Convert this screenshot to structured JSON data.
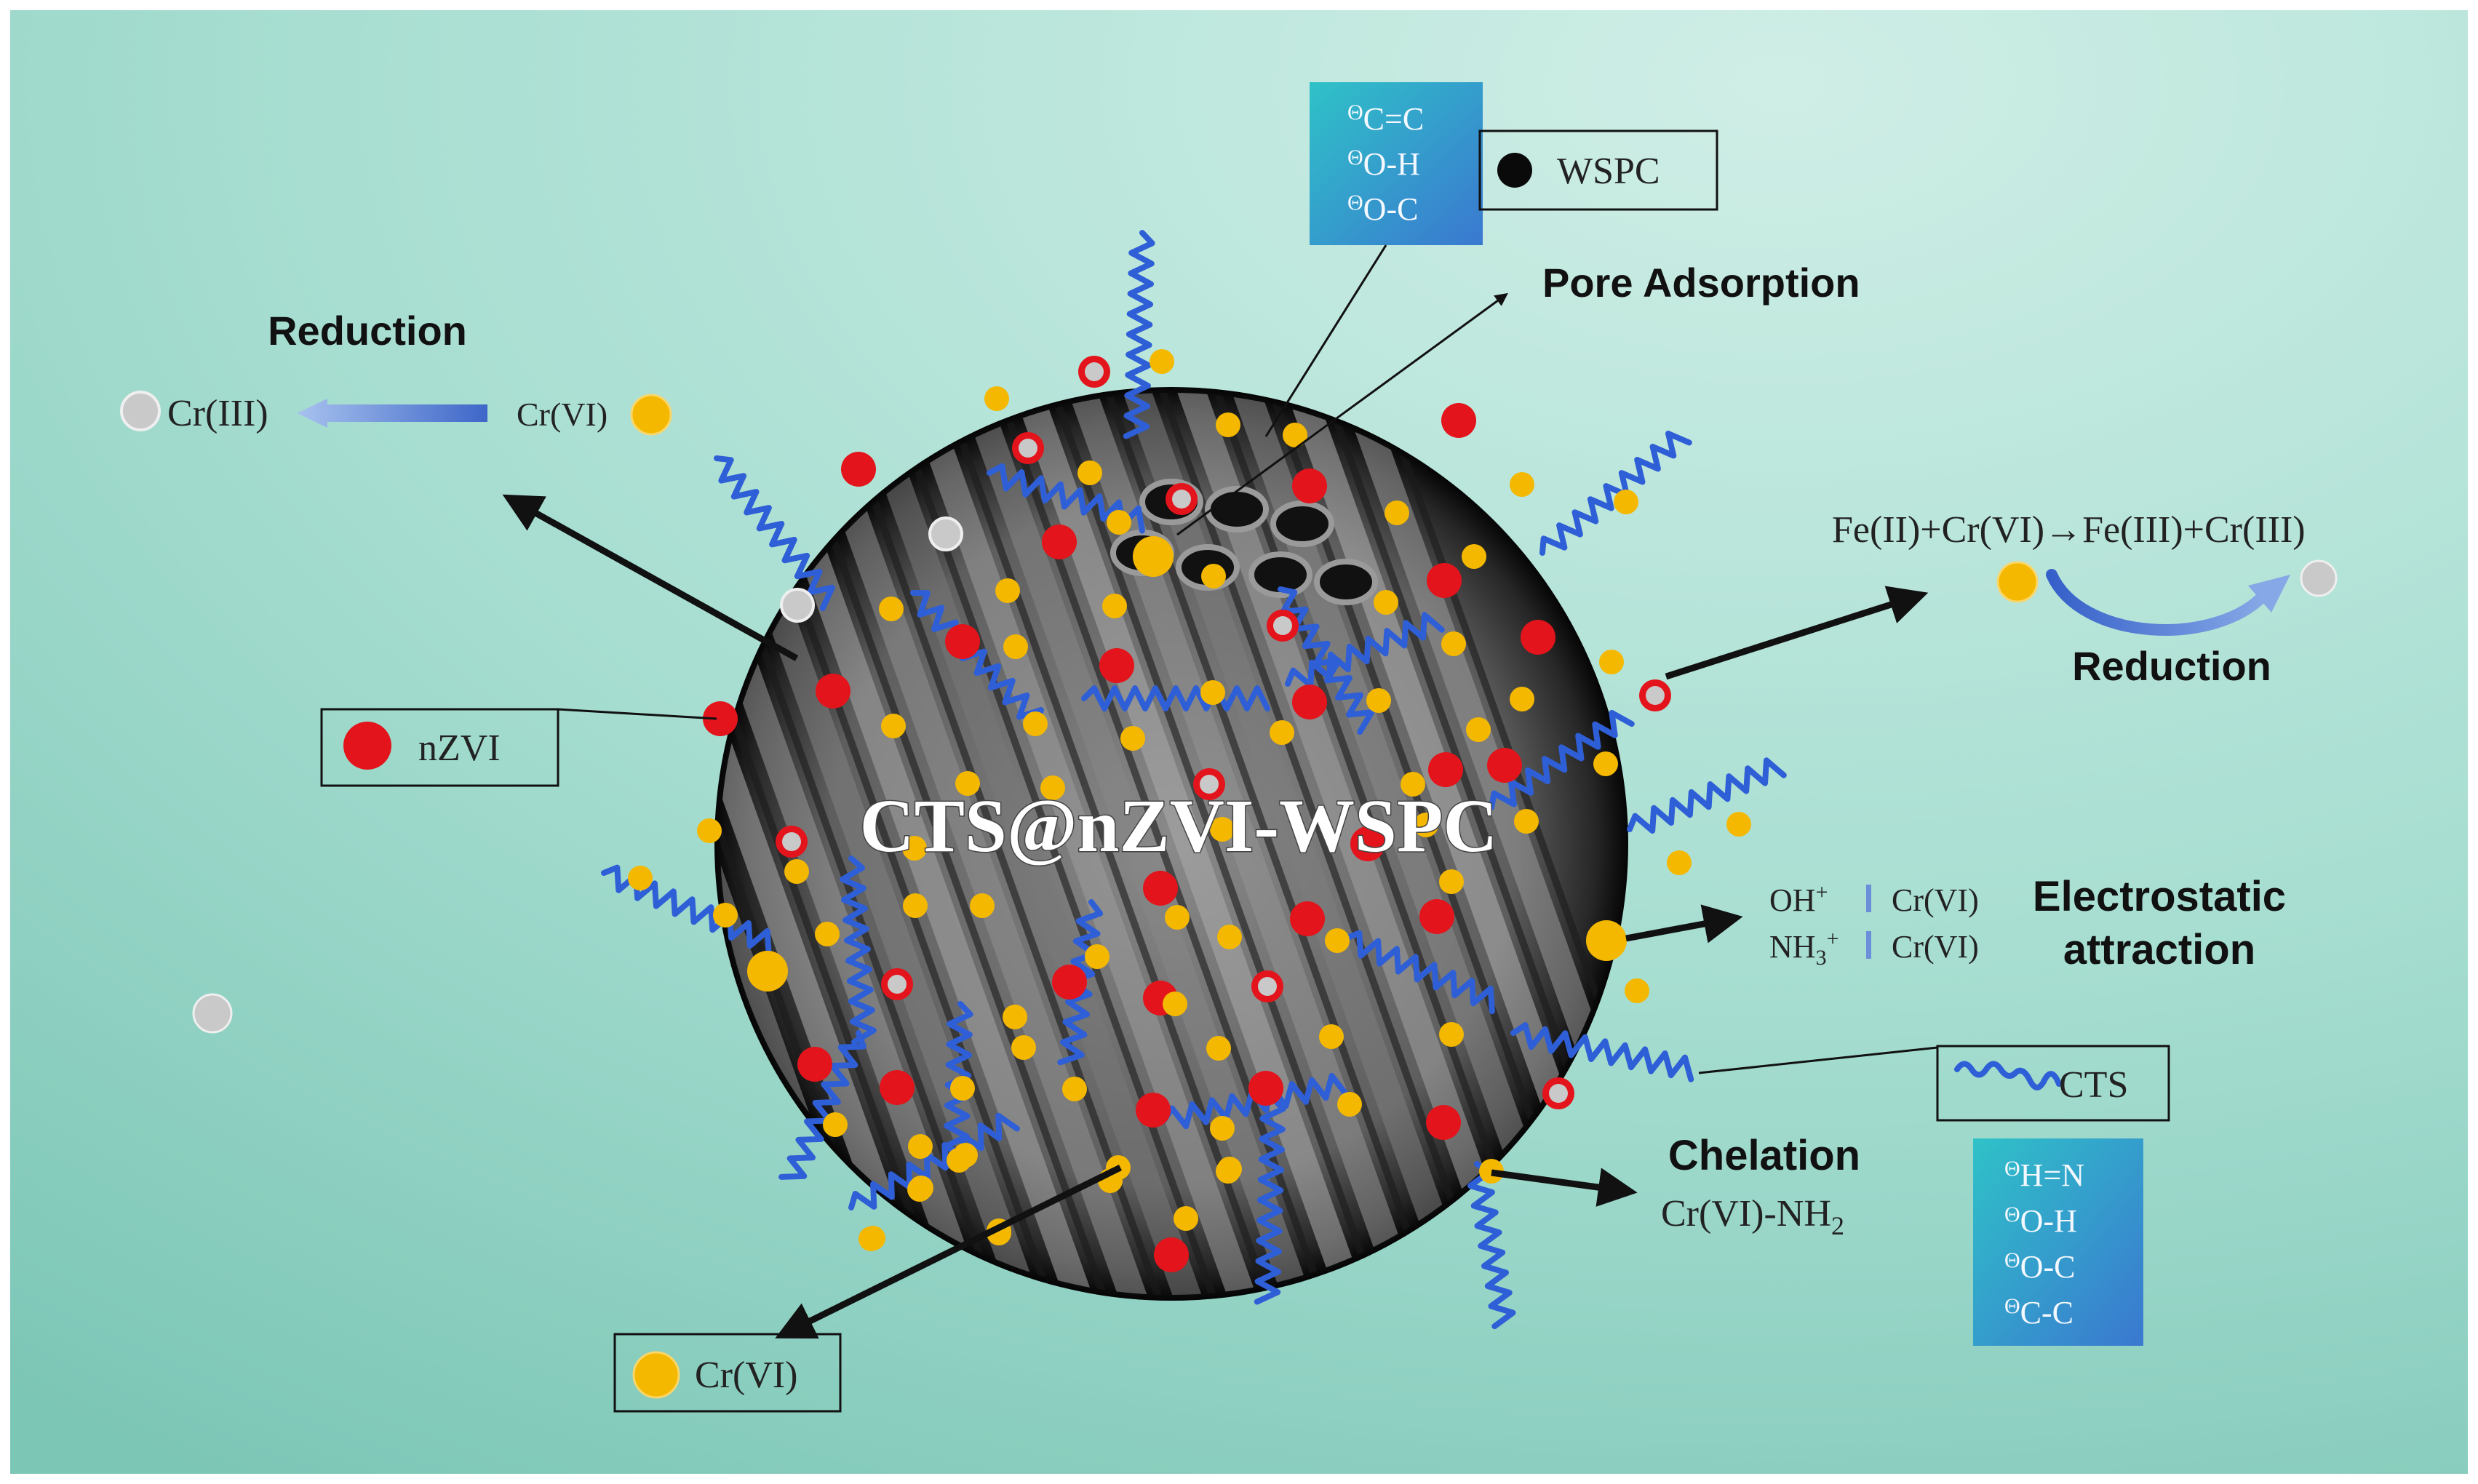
{
  "title": "CTS@nZVI-WSPC",
  "labels": {
    "reduction_left": "Reduction",
    "cr3_left": "Cr(III)",
    "cr6_left": "Cr(VI)",
    "pore_adsorption": "Pore Adsorption",
    "equation": "Fe(II)+Cr(VI)→Fe(III)+Cr(III)",
    "reduction_right": "Reduction",
    "electrostatic_1": "Electrostatic",
    "electrostatic_2": "attraction",
    "chelation": "Chelation",
    "chelation_product": "Cr(VI)-NH",
    "chelation_sub": "2"
  },
  "electrostatic_pairs": [
    {
      "ion": "OH",
      "sup": "+",
      "target": "Cr(VI)"
    },
    {
      "ion": "NH",
      "sub": "3",
      "sup": "+",
      "target": "Cr(VI)"
    }
  ],
  "legend": {
    "wspc": "WSPC",
    "nzvi": "nZVI",
    "cts": "CTS",
    "cr6": "Cr(VI)"
  },
  "theta_symbol": "Θ",
  "groups_top": [
    "C=C",
    "O-H",
    "O-C"
  ],
  "groups_bottom": [
    "H=N",
    "O-H",
    "O-C",
    "C-C"
  ],
  "colors": {
    "nzvi_red": "#e3141b",
    "cr6_yellow": "#f5b800",
    "cr3_gray": "#c9c9c9",
    "cts_blue": "#2f5fd6",
    "box_teal": "#25a7c9",
    "bg_light": "#c9ece4",
    "bg_dark": "#7fc9ba"
  }
}
